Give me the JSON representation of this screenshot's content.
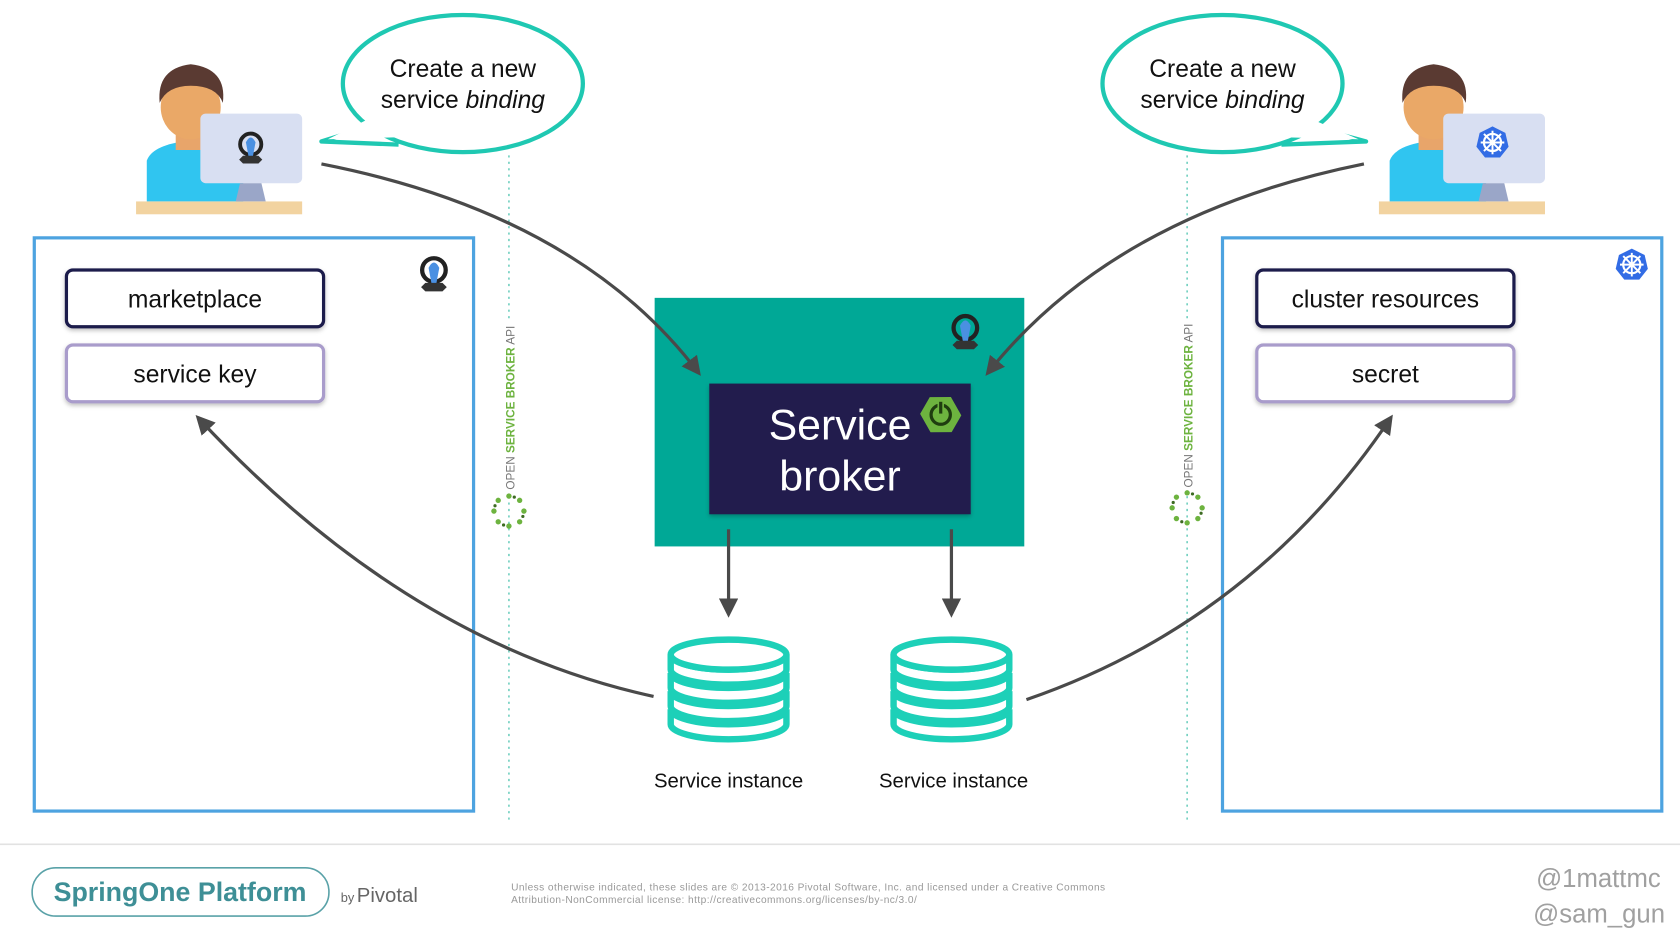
{
  "left": {
    "bubble": {
      "line1": "Create a new",
      "line2_plain": "service ",
      "line2_italic": "binding"
    },
    "items": [
      {
        "label": "marketplace"
      },
      {
        "label": "service key"
      }
    ],
    "platform_icon": "cloud-foundry-icon"
  },
  "right": {
    "bubble": {
      "line1": "Create a new",
      "line2_plain": "service ",
      "line2_italic": "binding"
    },
    "items": [
      {
        "label": "cluster resources"
      },
      {
        "label": "secret"
      }
    ],
    "platform_icon": "kubernetes-icon"
  },
  "api_label": {
    "prefix": "OPEN ",
    "highlight": "SERVICE BROKER",
    "suffix": " API"
  },
  "broker": {
    "line1": "Service",
    "line2": "broker",
    "icon": "spring-power-icon"
  },
  "instances": [
    {
      "label": "Service instance"
    },
    {
      "label": "Service instance"
    }
  ],
  "footer": {
    "brand": "SpringOne Platform",
    "by": "by",
    "company": "Pivotal",
    "license_line1": "Unless otherwise indicated, these slides are © 2013-2016 Pivotal Software, Inc. and licensed under a Creative Commons",
    "license_line2": "Attribution-NonCommercial license: http://creativecommons.org/licenses/by-nc/3.0/",
    "handles": [
      "@1mattmc",
      "@sam_gun"
    ]
  },
  "colors": {
    "teal": "#00a896",
    "bubble": "#1fc8b2",
    "navy": "#221c4e",
    "panel": "#4da3e0",
    "arrow": "#4a4a4a",
    "spring": "#6db33f",
    "k8s": "#326ce5"
  }
}
